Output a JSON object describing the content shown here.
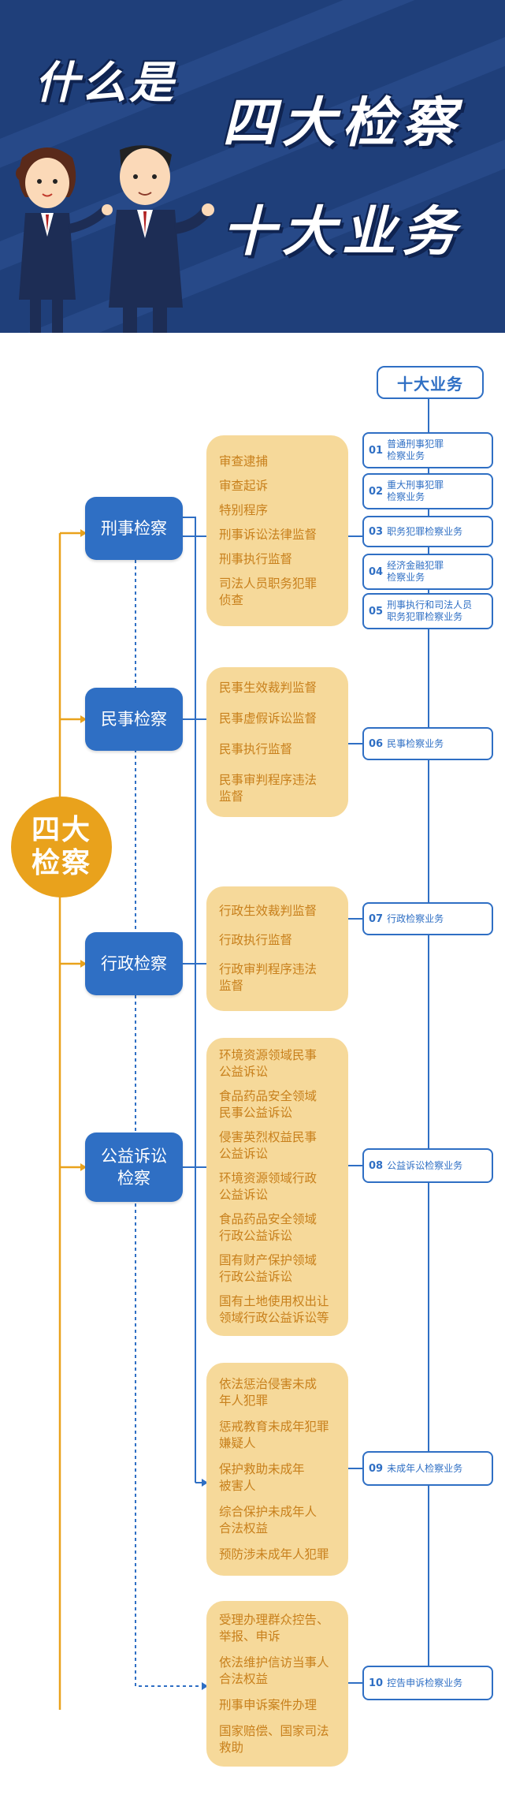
{
  "header": {
    "line1": "什么是",
    "line2": "四大检察",
    "line3": "十大业务"
  },
  "hub": {
    "label_line1": "四大",
    "label_line2": "检察"
  },
  "top_label": "十大业务",
  "categories": [
    {
      "label": "刑事检察"
    },
    {
      "label": "民事检察"
    },
    {
      "label": "行政检察"
    },
    {
      "label_line1": "公益诉讼",
      "label_line2": "检察"
    }
  ],
  "panels": [
    {
      "items": [
        [
          "审查逮捕"
        ],
        [
          "审查起诉"
        ],
        [
          "特别程序"
        ],
        [
          "刑事诉讼法律监督"
        ],
        [
          "刑事执行监督"
        ],
        [
          "司法人员职务犯罪",
          "侦查"
        ]
      ]
    },
    {
      "items": [
        [
          "民事生效裁判监督"
        ],
        [
          "民事虚假诉讼监督"
        ],
        [
          "民事执行监督"
        ],
        [
          "民事审判程序违法",
          "监督"
        ]
      ]
    },
    {
      "items": [
        [
          "行政生效裁判监督"
        ],
        [
          "行政执行监督"
        ],
        [
          "行政审判程序违法",
          "监督"
        ]
      ]
    },
    {
      "items": [
        [
          "环境资源领域民事",
          "公益诉讼"
        ],
        [
          "食品药品安全领域",
          "民事公益诉讼"
        ],
        [
          "侵害英烈权益民事",
          "公益诉讼"
        ],
        [
          "环境资源领域行政",
          "公益诉讼"
        ],
        [
          "食品药品安全领域",
          "行政公益诉讼"
        ],
        [
          "国有财产保护领域",
          "行政公益诉讼"
        ],
        [
          "国有土地使用权出让",
          "领域行政公益诉讼等"
        ]
      ]
    },
    {
      "items": [
        [
          "依法惩治侵害未成",
          "年人犯罪"
        ],
        [
          "惩戒教育未成年犯罪",
          "嫌疑人"
        ],
        [
          "保护救助未成年",
          "被害人"
        ],
        [
          "综合保护未成年人",
          "合法权益"
        ],
        [
          "预防涉未成年人犯罪"
        ]
      ]
    },
    {
      "items": [
        [
          "受理办理群众控告、",
          "举报、申诉"
        ],
        [
          "依法维护信访当事人",
          "合法权益"
        ],
        [
          "刑事申诉案件办理"
        ],
        [
          "国家赔偿、国家司法",
          "救助"
        ]
      ]
    }
  ],
  "businesses": [
    {
      "num": "01",
      "lines": [
        "普通刑事犯罪",
        "检察业务"
      ]
    },
    {
      "num": "02",
      "lines": [
        "重大刑事犯罪",
        "检察业务"
      ]
    },
    {
      "num": "03",
      "lines": [
        "职务犯罪检察业务"
      ]
    },
    {
      "num": "04",
      "lines": [
        "经济金融犯罪",
        "检察业务"
      ]
    },
    {
      "num": "05",
      "lines": [
        "刑事执行和司法人员",
        "职务犯罪检察业务"
      ]
    },
    {
      "num": "06",
      "lines": [
        "民事检察业务"
      ]
    },
    {
      "num": "07",
      "lines": [
        "行政检察业务"
      ]
    },
    {
      "num": "08",
      "lines": [
        "公益诉讼检察业务"
      ]
    },
    {
      "num": "09",
      "lines": [
        "未成年人检察业务"
      ]
    },
    {
      "num": "10",
      "lines": [
        "控告申诉检察业务"
      ]
    }
  ],
  "colors": {
    "header_bg": "#1f3f7a",
    "category_blue": "#2f6fc4",
    "hub_orange": "#e9a21c",
    "panel_bg": "#f6d99a",
    "panel_text": "#c8801c"
  }
}
